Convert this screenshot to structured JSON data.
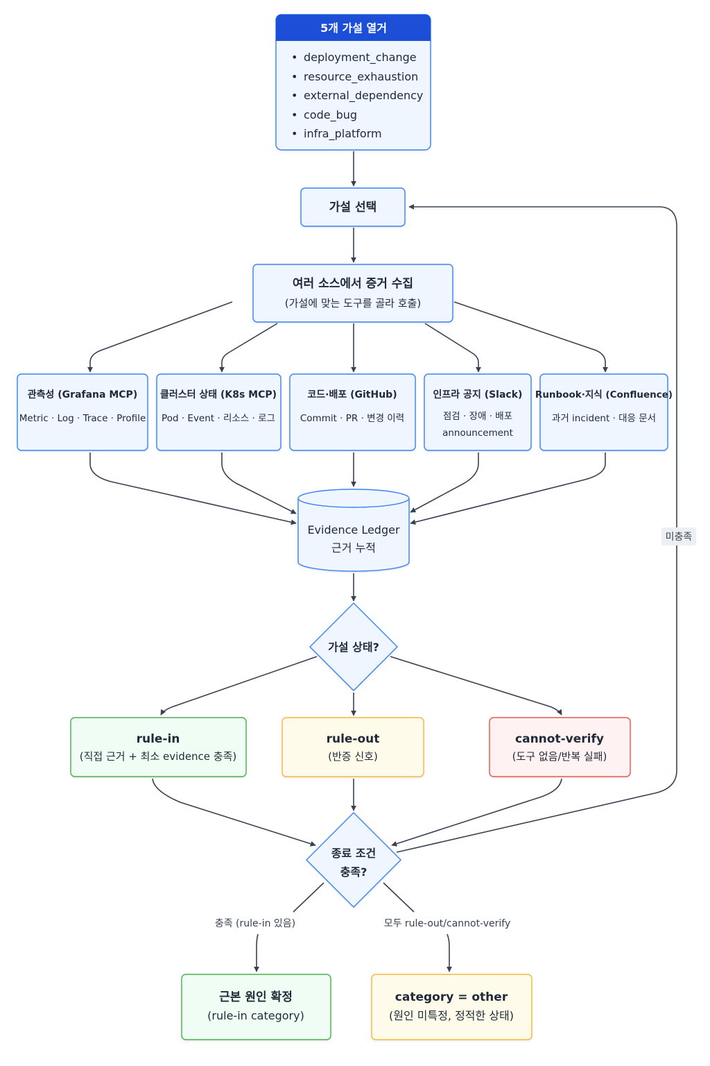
{
  "hypotheses": {
    "header": "5개 가설 열거",
    "items": [
      "deployment_change",
      "resource_exhaustion",
      "external_dependency",
      "code_bug",
      "infra_platform"
    ]
  },
  "select": {
    "label": "가설 선택"
  },
  "collect": {
    "title": "여러 소스에서 증거 수집",
    "subtitle": "(가설에 맞는 도구를 골라 호출)"
  },
  "sources": [
    {
      "title": "관측성 (Grafana MCP)",
      "details": [
        "Metric · Log · Trace · Profile"
      ]
    },
    {
      "title": "클러스터 상태 (K8s MCP)",
      "details": [
        "Pod · Event · 리소스 · 로그"
      ]
    },
    {
      "title": "코드·배포 (GitHub)",
      "details": [
        "Commit · PR · 변경 이력"
      ]
    },
    {
      "title": "인프라 공지 (Slack)",
      "details": [
        "점검 · 장애 · 배포",
        "announcement"
      ]
    },
    {
      "title": "Runbook·지식 (Confluence)",
      "details": [
        "과거 incident · 대응 문서"
      ]
    }
  ],
  "ledger": {
    "title": "Evidence Ledger",
    "subtitle": "근거 누적"
  },
  "status_decision": {
    "label": "가설 상태?"
  },
  "outcomes": [
    {
      "title": "rule-in",
      "subtitle": "(직접 근거 + 최소 evidence 충족)"
    },
    {
      "title": "rule-out",
      "subtitle": "(반증 신호)"
    },
    {
      "title": "cannot-verify",
      "subtitle": "(도구 없음/반복 실패)"
    }
  ],
  "end_decision": {
    "line1": "종료 조건",
    "line2": "충족?"
  },
  "loop_label": "미충족",
  "edge_labels": {
    "satisfied": "충족 (rule-in 있음)",
    "all_negative": "모두 rule-out/cannot-verify"
  },
  "finals": [
    {
      "title": "근본 원인 확정",
      "subtitle": "(rule-in category)"
    },
    {
      "title": "category = other",
      "subtitle": "(원인 미특정, 정적한 상태)"
    }
  ],
  "colors": {
    "accent_blue": "#1d4ed8",
    "node_fill": "#eff6ff",
    "node_stroke": "#3b82f6",
    "green_fill": "#f0fdf4",
    "green_stroke": "#4caf50",
    "yellow_fill": "#fffbeb",
    "yellow_stroke": "#f5b841",
    "red_fill": "#fef2f2",
    "red_stroke": "#e05a4f",
    "edge": "#374151"
  }
}
